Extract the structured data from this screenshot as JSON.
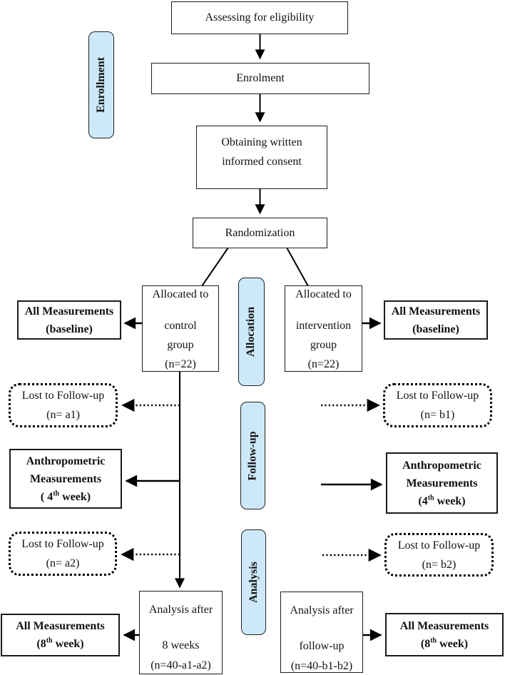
{
  "figure": {
    "stage_labels": {
      "enrollment": "Enrollment",
      "allocation": "Allocation",
      "followup": "Follow-up",
      "analysis": "Analysis"
    },
    "eligibility": {
      "text": "Assessing for eligibility"
    },
    "enrolment": {
      "text": "Enrolment"
    },
    "consent": {
      "line1": "Obtaining written",
      "line2": "informed consent"
    },
    "randomization": {
      "text": "Randomization"
    },
    "control": {
      "line1": "Allocated to",
      "line2": "control",
      "line3": "group",
      "line4": "(n=22)"
    },
    "intervention": {
      "line1": "Allocated to",
      "line2": "intervention",
      "line3": "group",
      "line4": "(n=22)"
    },
    "baseline_left": {
      "line1": "All Measurements",
      "line2": "(baseline)"
    },
    "baseline_right": {
      "line1": "All Measurements",
      "line2": "(baseline)"
    },
    "lost_a1": {
      "line1": "Lost to Follow-up",
      "line2": "(n= a1)"
    },
    "lost_b1": {
      "line1": "Lost to Follow-up",
      "line2": "(n= b1)"
    },
    "anthro_left": {
      "line1": "Anthropometric",
      "line2": "Measurements",
      "week_pre": "( 4",
      "week_sup": "th",
      "week_post": " week)"
    },
    "anthro_right": {
      "line1": "Anthropometric",
      "line2": "Measurements",
      "week_pre": "(4",
      "week_sup": "th",
      "week_post": " week)"
    },
    "lost_a2": {
      "line1": "Lost to Follow-up",
      "line2": "(n= a2)"
    },
    "lost_b2": {
      "line1": "Lost to Follow-up",
      "line2": "(n= b2)"
    },
    "analysis_left": {
      "line1": "Analysis after",
      "line2": "8 weeks",
      "line3": "(n=40-a1-a2)"
    },
    "analysis_right": {
      "line1": "Analysis after",
      "line2": "follow-up",
      "line3": "(n=40-b1-b2)"
    },
    "final_left": {
      "line1": "All Measurements",
      "week_pre": "(8",
      "week_sup": "th",
      "week_post": " week)"
    },
    "final_right": {
      "line1": "All Measurements",
      "week_pre": "(8",
      "week_sup": "th",
      "week_post": " week)"
    },
    "colors": {
      "stage_fill": "#cde9f9",
      "line": "#000000",
      "box_border": "#1c1c1c"
    }
  }
}
